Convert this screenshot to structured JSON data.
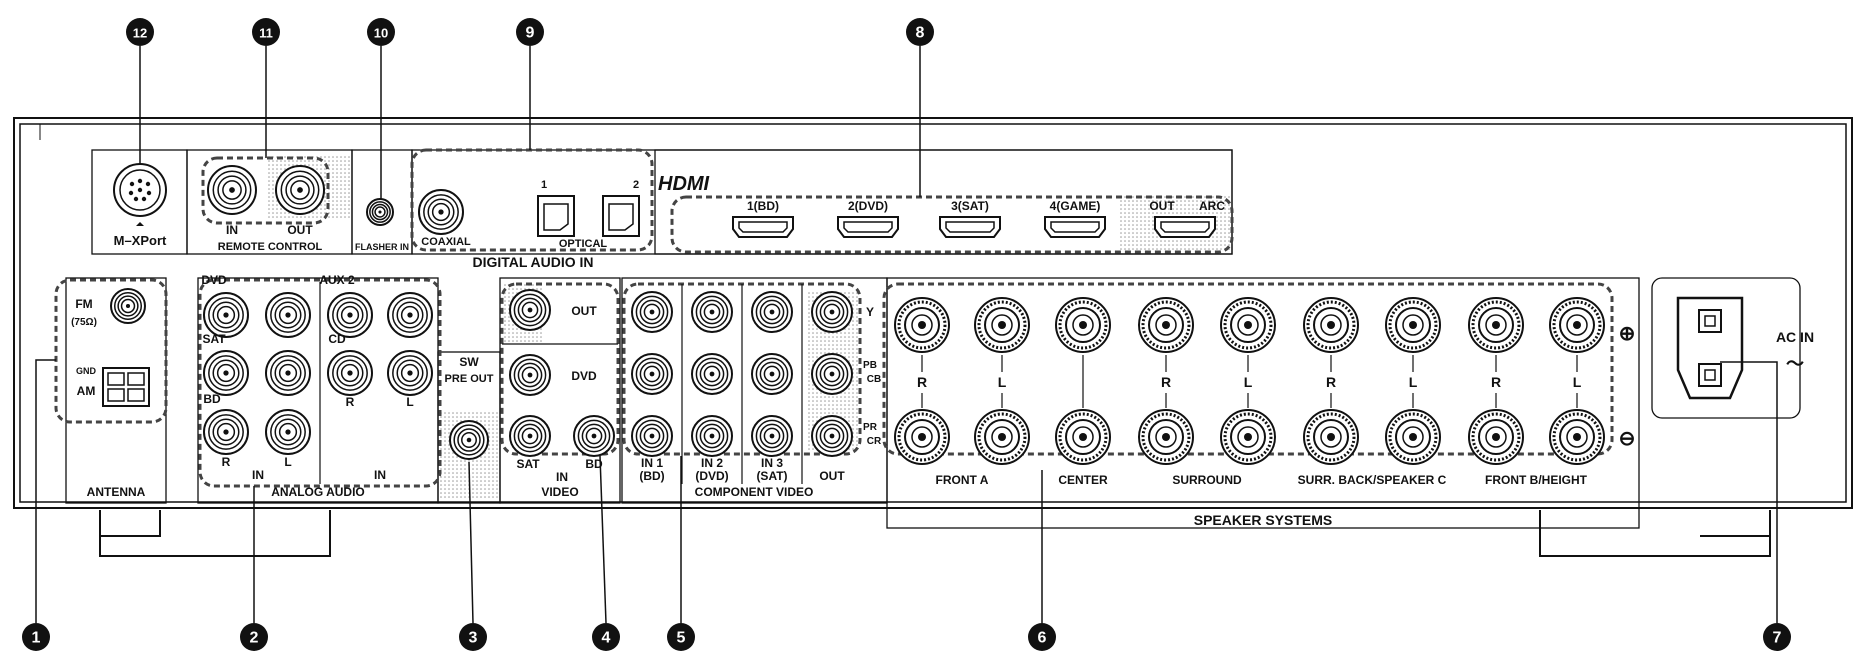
{
  "callouts": [
    "❶",
    "❷",
    "❸",
    "❹",
    "❺",
    "❻",
    "❼",
    "❽",
    "❾",
    "❿",
    "⓫",
    "⓬"
  ],
  "callout_numbers": [
    "1",
    "2",
    "3",
    "4",
    "5",
    "6",
    "7",
    "8",
    "9",
    "10",
    "11",
    "12"
  ],
  "mxport": {
    "label": "M–XPort"
  },
  "remote": {
    "in": "IN",
    "out": "OUT",
    "title": "REMOTE CONTROL"
  },
  "flasher": {
    "title": "FLASHER IN"
  },
  "digital": {
    "coaxial": "COAXIAL",
    "optical": "OPTICAL",
    "opt1": "1",
    "opt2": "2",
    "title": "DIGITAL AUDIO IN"
  },
  "hdmi": {
    "logo": "HDMI",
    "ports": [
      "1(BD)",
      "2(DVD)",
      "3(SAT)",
      "4(GAME)"
    ],
    "out": "OUT",
    "arc": "ARC"
  },
  "antenna": {
    "fm": "FM",
    "fm_imp": "(75Ω)",
    "gnd": "GND",
    "am": "AM",
    "title": "ANTENNA"
  },
  "analog": {
    "dvd": "DVD",
    "aux2": "AUX 2",
    "sat": "SAT",
    "cd": "CD",
    "bd": "BD",
    "r1": "R",
    "l1": "L",
    "r2": "R",
    "l2": "L",
    "in1": "IN",
    "in2": "IN",
    "title": "ANALOG AUDIO"
  },
  "sw": {
    "line1": "SW",
    "line2": "PRE OUT"
  },
  "video": {
    "out": "OUT",
    "dvd": "DVD",
    "sat": "SAT",
    "bd": "BD",
    "in": "IN",
    "title": "VIDEO"
  },
  "component": {
    "in1a": "IN 1",
    "in1b": "(BD)",
    "in2a": "IN 2",
    "in2b": "(DVD)",
    "in3a": "IN 3",
    "in3b": "(SAT)",
    "out": "OUT",
    "y": "Y",
    "pb": "PB",
    "cb": "CB",
    "pr": "PR",
    "cr": "CR",
    "title": "COMPONENT VIDEO"
  },
  "speakers": {
    "rl": [
      "R",
      "L",
      "",
      "R",
      "L",
      "R",
      "L",
      "R",
      "L"
    ],
    "plus": "⊕",
    "minus": "⊖",
    "groups": [
      "FRONT A",
      "CENTER",
      "SURROUND",
      "SURR. BACK/SPEAKER C",
      "FRONT B/HEIGHT"
    ],
    "title": "SPEAKER SYSTEMS"
  },
  "acin": {
    "label": "AC IN",
    "symbol": "～"
  }
}
